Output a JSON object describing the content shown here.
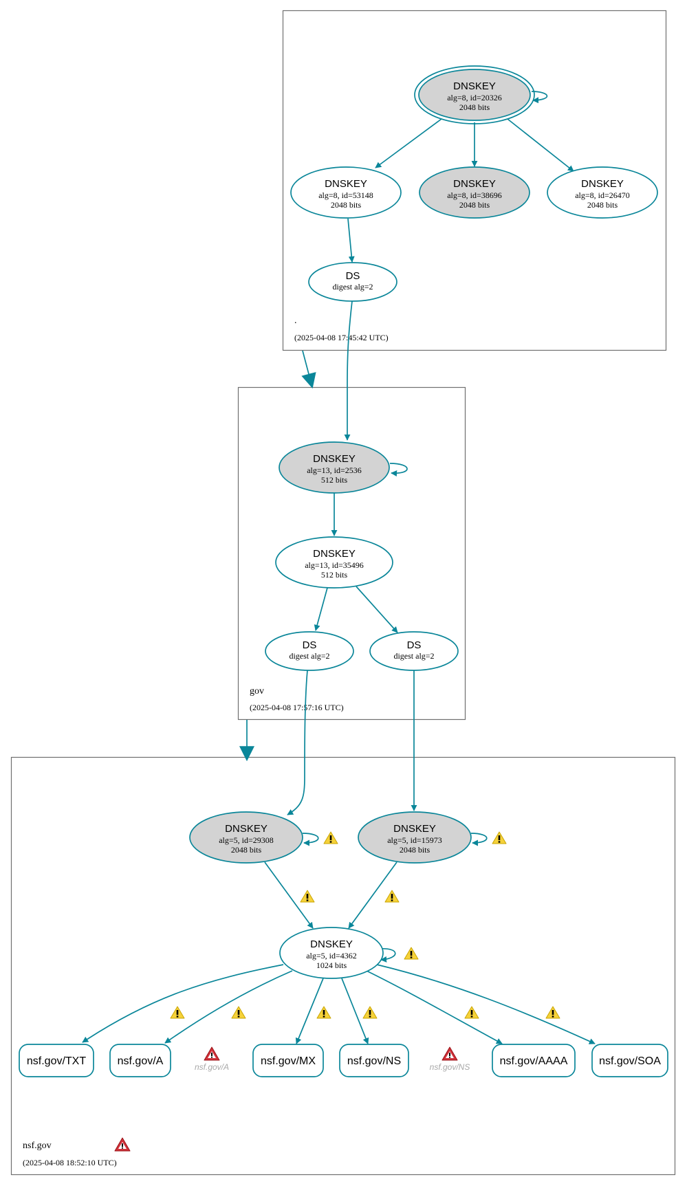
{
  "colors": {
    "edge": "#0a8699",
    "key_fill_sep": "#d3d3d3",
    "zone_border": "#6f6f6f",
    "warning": "#f2c200",
    "error": "#c8202a",
    "ghost_text": "#a8a8a8"
  },
  "zones": {
    "root": {
      "name": ".",
      "timestamp": "(2025-04-08 17:45:42 UTC)"
    },
    "gov": {
      "name": "gov",
      "timestamp": "(2025-04-08 17:57:16 UTC)"
    },
    "nsf": {
      "name": "nsf.gov",
      "timestamp": "(2025-04-08 18:52:10 UTC)"
    }
  },
  "nodes": {
    "root_ksk": {
      "type": "DNSKEY",
      "info": "alg=8, id=20326",
      "size": "2048 bits"
    },
    "root_zsk1": {
      "type": "DNSKEY",
      "info": "alg=8, id=53148",
      "size": "2048 bits"
    },
    "root_sep2": {
      "type": "DNSKEY",
      "info": "alg=8, id=38696",
      "size": "2048 bits"
    },
    "root_zsk2": {
      "type": "DNSKEY",
      "info": "alg=8, id=26470",
      "size": "2048 bits"
    },
    "root_ds": {
      "type": "DS",
      "info": "digest alg=2"
    },
    "gov_ksk": {
      "type": "DNSKEY",
      "info": "alg=13, id=2536",
      "size": "512 bits"
    },
    "gov_zsk": {
      "type": "DNSKEY",
      "info": "alg=13, id=35496",
      "size": "512 bits"
    },
    "gov_ds1": {
      "type": "DS",
      "info": "digest alg=2"
    },
    "gov_ds2": {
      "type": "DS",
      "info": "digest alg=2"
    },
    "nsf_ksk1": {
      "type": "DNSKEY",
      "info": "alg=5, id=29308",
      "size": "2048 bits"
    },
    "nsf_ksk2": {
      "type": "DNSKEY",
      "info": "alg=5, id=15973",
      "size": "2048 bits"
    },
    "nsf_zsk": {
      "type": "DNSKEY",
      "info": "alg=5, id=4362",
      "size": "1024 bits"
    }
  },
  "rrsets": [
    {
      "label": "nsf.gov/TXT"
    },
    {
      "label": "nsf.gov/A"
    },
    {
      "label": "nsf.gov/MX"
    },
    {
      "label": "nsf.gov/NS"
    },
    {
      "label": "nsf.gov/AAAA"
    },
    {
      "label": "nsf.gov/SOA"
    }
  ],
  "ghost_rrsets": [
    {
      "label": "nsf.gov/A",
      "icon": "error-icon"
    },
    {
      "label": "nsf.gov/NS",
      "icon": "error-icon"
    }
  ]
}
